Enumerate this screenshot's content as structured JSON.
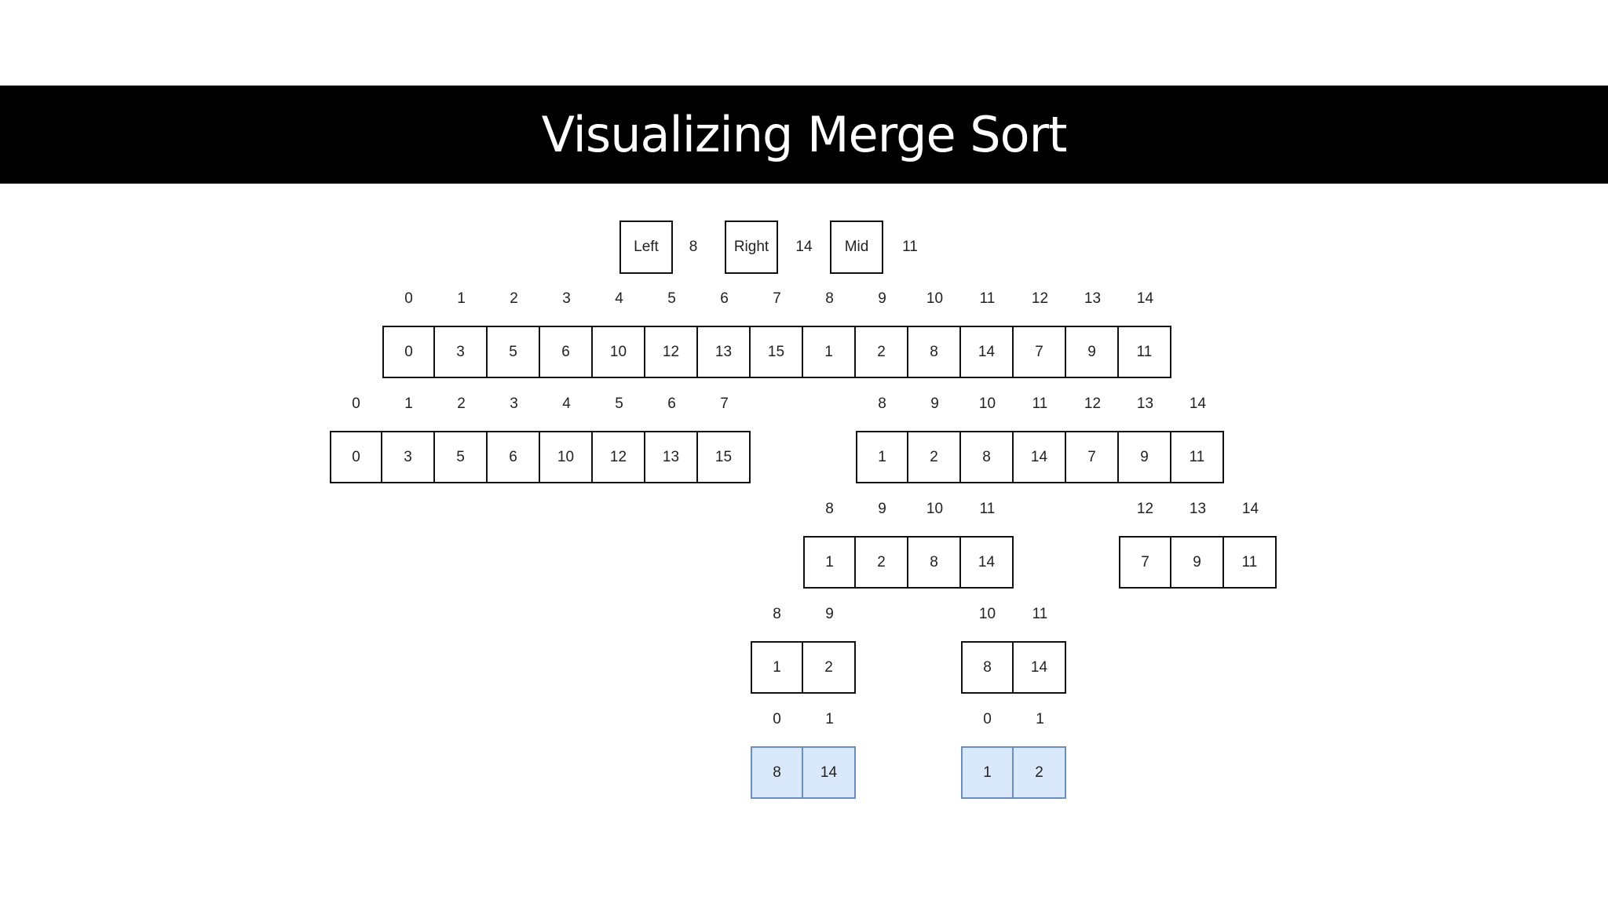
{
  "title": "Visualizing Merge Sort",
  "pointers": [
    {
      "label": "Left",
      "value": "8"
    },
    {
      "label": "Right",
      "value": "14"
    },
    {
      "label": "Mid",
      "value": "11"
    }
  ],
  "arrays": [
    {
      "indices": [
        "0",
        "1",
        "2",
        "3",
        "4",
        "5",
        "6",
        "7",
        "8",
        "9",
        "10",
        "11",
        "12",
        "13",
        "14"
      ],
      "values": [
        "0",
        "3",
        "5",
        "6",
        "10",
        "12",
        "13",
        "15",
        "1",
        "2",
        "8",
        "14",
        "7",
        "9",
        "11"
      ],
      "highlight": false
    },
    {
      "indices": [
        "0",
        "1",
        "2",
        "3",
        "4",
        "5",
        "6",
        "7"
      ],
      "values": [
        "0",
        "3",
        "5",
        "6",
        "10",
        "12",
        "13",
        "15"
      ],
      "highlight": false
    },
    {
      "indices": [
        "8",
        "9",
        "10",
        "11",
        "12",
        "13",
        "14"
      ],
      "values": [
        "1",
        "2",
        "8",
        "14",
        "7",
        "9",
        "11"
      ],
      "highlight": false
    },
    {
      "indices": [
        "8",
        "9",
        "10",
        "11"
      ],
      "values": [
        "1",
        "2",
        "8",
        "14"
      ],
      "highlight": false
    },
    {
      "indices": [
        "12",
        "13",
        "14"
      ],
      "values": [
        "7",
        "9",
        "11"
      ],
      "highlight": false
    },
    {
      "indices": [
        "8",
        "9"
      ],
      "values": [
        "1",
        "2"
      ],
      "highlight": false
    },
    {
      "indices": [
        "10",
        "11"
      ],
      "values": [
        "8",
        "14"
      ],
      "highlight": false
    },
    {
      "indices": [
        "0",
        "1"
      ],
      "values": [
        "8",
        "14"
      ],
      "highlight": true
    },
    {
      "indices": [
        "0",
        "1"
      ],
      "values": [
        "1",
        "2"
      ],
      "highlight": true
    }
  ],
  "colors": {
    "highlight_fill": "#dae8fc",
    "highlight_border": "#6c8ebf"
  }
}
